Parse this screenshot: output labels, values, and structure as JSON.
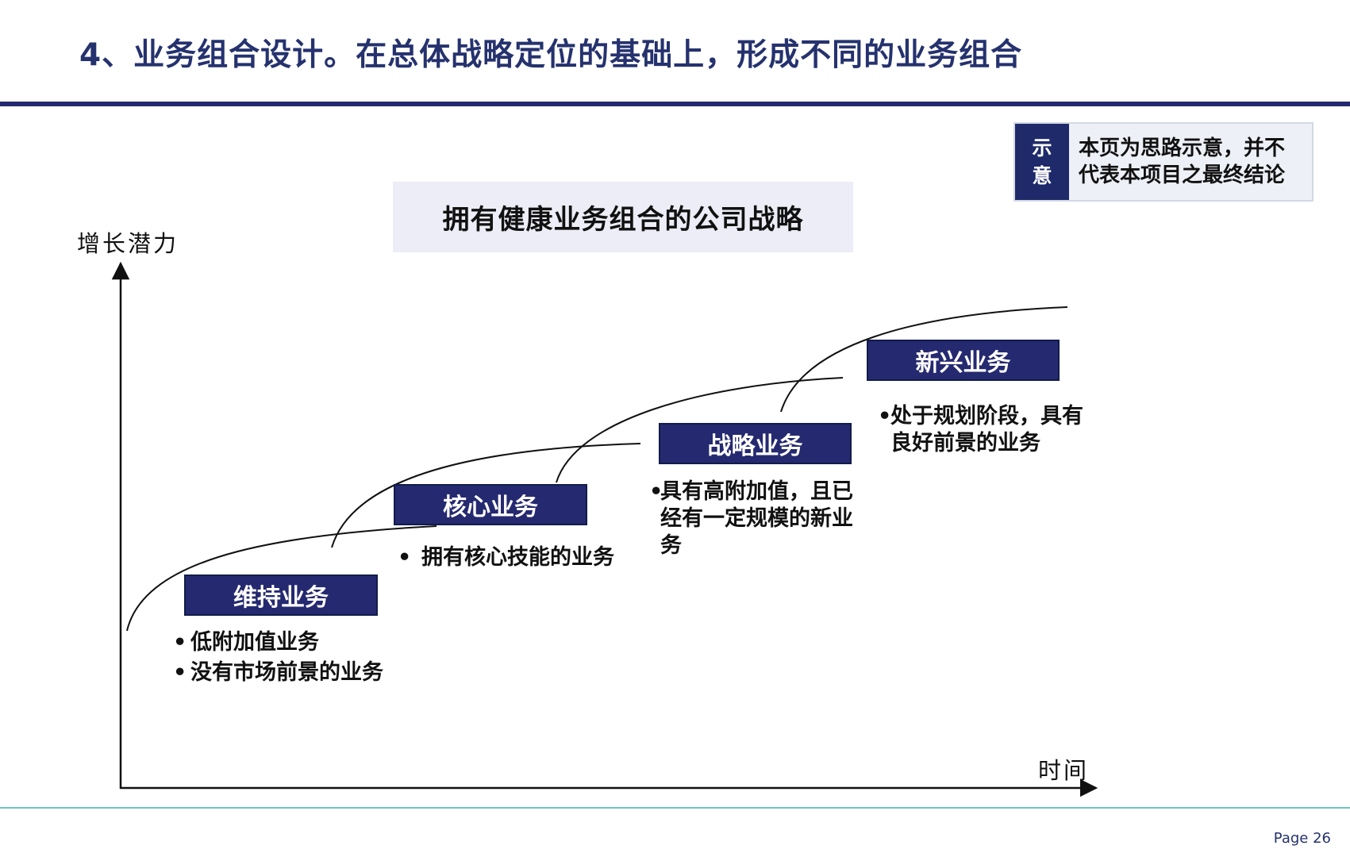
{
  "header": {
    "title": "4、业务组合设计。在总体战略定位的基础上，形成不同的业务组合"
  },
  "note": {
    "tag_line1": "示",
    "tag_line2": "意",
    "text_line1": "本页为思路示意，并不",
    "text_line2": "代表本项目之最终结论"
  },
  "diagram": {
    "title": "拥有健康业务组合的公司战略",
    "y_axis_label": "增长潜力",
    "x_axis_label": "时间",
    "stages": [
      {
        "name": "维持业务",
        "points": [
          "低附加值业务",
          "没有市场前景的业务"
        ]
      },
      {
        "name": "核心业务",
        "points": [
          "拥有核心技能的业务"
        ]
      },
      {
        "name": "战略业务",
        "points": [
          "具有高附加值，且已经有一定规模的新业务"
        ]
      },
      {
        "name": "新兴业务",
        "points": [
          "处于规划阶段，具有良好前景的业务"
        ]
      }
    ]
  },
  "footer": {
    "page": "Page 26"
  }
}
